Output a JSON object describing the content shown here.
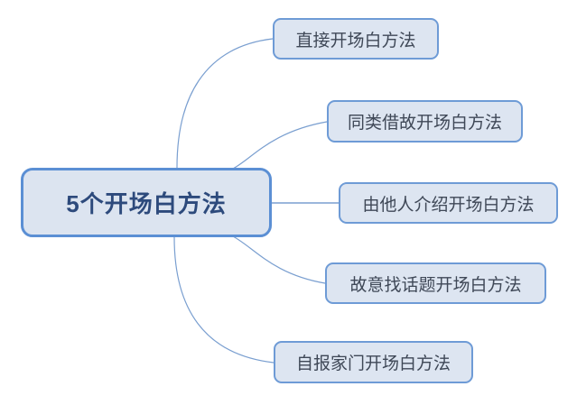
{
  "diagram": {
    "type": "mind-map",
    "background_color": "#ffffff",
    "central_node": {
      "label": "5个开场白方法",
      "fill_color": "#dce4f0",
      "border_color": "#5b8fd4",
      "text_color": "#2d4a7c"
    },
    "branch_style": {
      "line_color": "#7a9fd0",
      "line_width": 1
    },
    "child_style": {
      "fill_color": "#dde5f1",
      "border_color": "#6e9bd6",
      "text_color": "#3f4857"
    },
    "children": [
      {
        "label": "直接开场白方法"
      },
      {
        "label": "同类借故开场白方法"
      },
      {
        "label": "由他人介绍开场白方法"
      },
      {
        "label": "故意找话题开场白方法"
      },
      {
        "label": "自报家门开场白方法"
      }
    ]
  }
}
